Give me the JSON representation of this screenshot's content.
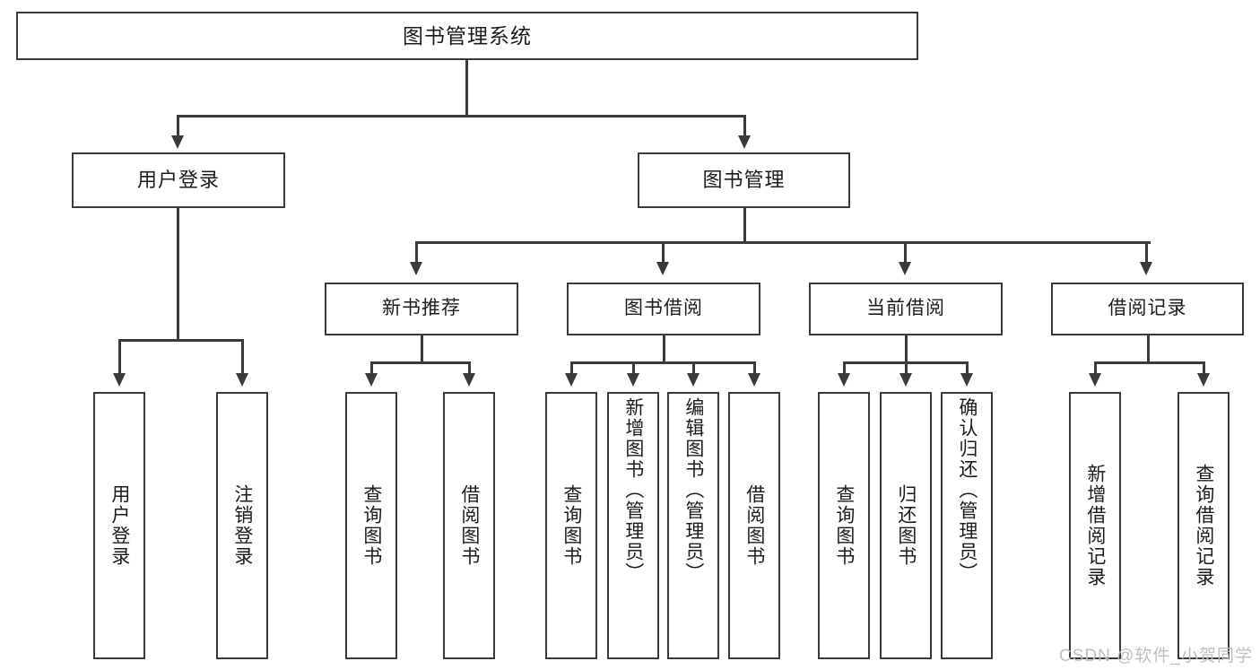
{
  "diagram": {
    "type": "tree",
    "title": "图书管理系统",
    "watermark": "CSDN @软件_小贺同学",
    "colors": {
      "stroke": "#3a3a3a",
      "fill": "#ffffff",
      "text": "#1c1c1c",
      "watermark": "#bfbfbf"
    },
    "root": {
      "label": "图书管理系统"
    },
    "level2": [
      {
        "label": "用户登录"
      },
      {
        "label": "图书管理"
      }
    ],
    "level3": [
      {
        "label": "新书推荐"
      },
      {
        "label": "图书借阅"
      },
      {
        "label": "当前借阅"
      },
      {
        "label": "借阅记录"
      }
    ],
    "leaves": {
      "user_login": [
        {
          "label": "用户登录"
        },
        {
          "label": "注销登录"
        }
      ],
      "new_book": [
        {
          "label": "查询图书"
        },
        {
          "label": "借阅图书"
        }
      ],
      "book_borrow": [
        {
          "label": "查询图书"
        },
        {
          "label": "新增图书（管理员）"
        },
        {
          "label": "编辑图书（管理员）"
        },
        {
          "label": "借阅图书"
        }
      ],
      "current_borrow": [
        {
          "label": "查询图书"
        },
        {
          "label": "归还图书"
        },
        {
          "label": "确认归还（管理员）"
        }
      ],
      "borrow_record": [
        {
          "label": "新增借阅记录"
        },
        {
          "label": "查询借阅记录"
        }
      ]
    }
  }
}
